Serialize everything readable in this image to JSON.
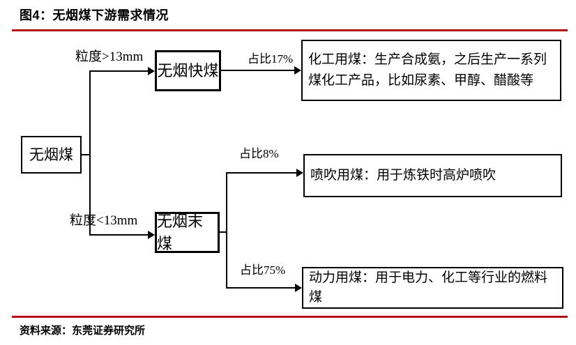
{
  "figure": {
    "title": "图4：无烟煤下游需求情况",
    "source": "资料来源：东莞证券研究所"
  },
  "colors": {
    "rule_accent": "#b00e12",
    "connector": "#000000",
    "box_border": "#000000",
    "background": "#ffffff"
  },
  "flowchart": {
    "root": {
      "label": "无烟煤"
    },
    "level1": [
      {
        "condition": "粒度>13mm",
        "label": "无烟快煤"
      },
      {
        "condition": "粒度<13mm",
        "label": "无烟末煤"
      }
    ],
    "level2": [
      {
        "share": "占比17%",
        "label": "化工用煤：生产合成氨，之后生产一系列煤化工产品，比如尿素、甲醇、醋酸等"
      },
      {
        "share": "占比8%",
        "label": "喷吹用煤：用于炼铁时高炉喷吹"
      },
      {
        "share": "占比75%",
        "label": "动力用煤：用于电力、化工等行业的燃料煤"
      }
    ]
  }
}
